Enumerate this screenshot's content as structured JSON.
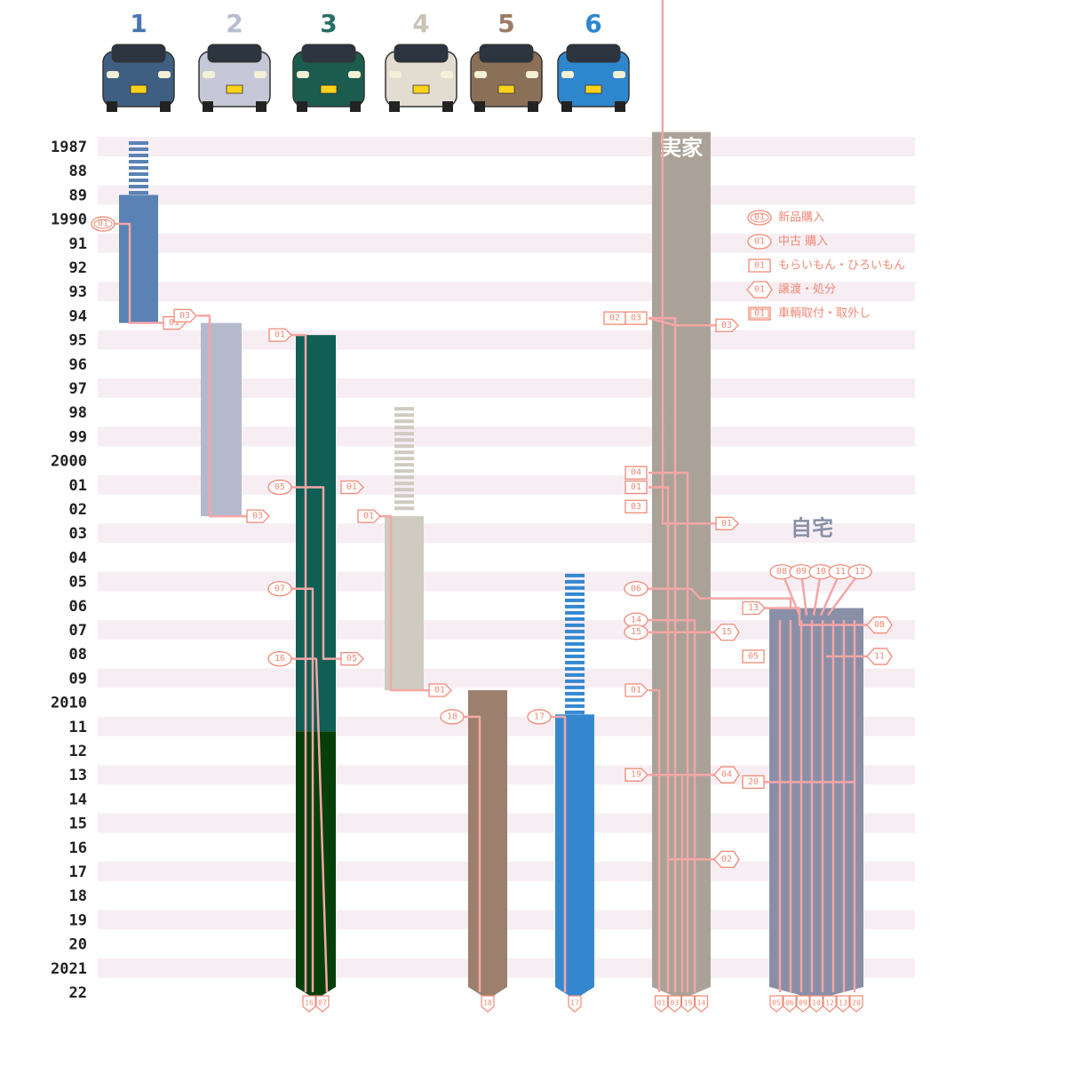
{
  "chart_data": {
    "type": "timeline",
    "year_labels": [
      "1987",
      "88",
      "89",
      "1990",
      "91",
      "92",
      "93",
      "94",
      "95",
      "96",
      "97",
      "98",
      "99",
      "2000",
      "01",
      "02",
      "03",
      "04",
      "05",
      "06",
      "07",
      "08",
      "09",
      "2010",
      "11",
      "12",
      "13",
      "14",
      "15",
      "16",
      "17",
      "18",
      "19",
      "20",
      "2021",
      "22"
    ],
    "year_start": 1987,
    "year_end": 2022,
    "cars": [
      {
        "label": "1",
        "color": "#5a82b4",
        "number_color": "#4a76b0",
        "body_color": "#3f5f82",
        "start": 1989,
        "end": 1994.3,
        "planned_from": 1987
      },
      {
        "label": "2",
        "color": "#b5b9cd",
        "number_color": "#b8bcd0",
        "body_color": "#c6c8d8",
        "start": 1994.3,
        "end": 2002.3
      },
      {
        "label": "3",
        "color": "#0f5f55",
        "number_color": "#2a6e66",
        "body_color": "#1b5c4e",
        "start": 1994.8,
        "end": 2022,
        "second_color": "#073f0b",
        "second_from": 2011.2
      },
      {
        "label": "4",
        "color": "#cfcbc1",
        "number_color": "#c9c4b6",
        "body_color": "#e3dcd0",
        "start": 2002.3,
        "end": 2009.5,
        "planned_from": 1998
      },
      {
        "label": "5",
        "color": "#9c7f6d",
        "number_color": "#9b7c63",
        "body_color": "#8b7058",
        "start": 2009.5,
        "end": 2022
      },
      {
        "label": "6",
        "color": "#3588d0",
        "number_color": "#2e86cc",
        "body_color": "#2e86cc",
        "start": 2010.5,
        "end": 2022,
        "planned_from": 2004.9
      }
    ],
    "places": [
      {
        "label": "実家",
        "color": "#aaa298",
        "text_color": "#ffffff",
        "start": 1986.4,
        "end": 2022
      },
      {
        "label": "自宅",
        "color": "#8a8fa8",
        "text_color": "#8a8fa8",
        "start": 2006.1,
        "end": 2022
      }
    ],
    "legend": [
      {
        "tag": "01",
        "shape": "double-oval",
        "text": "新品購入"
      },
      {
        "tag": "01",
        "shape": "oval",
        "text": "中古 購入"
      },
      {
        "tag": "01",
        "shape": "rect",
        "text": "もらいもん・ひろいもん"
      },
      {
        "tag": "01",
        "shape": "diamond",
        "text": "譲渡・処分"
      },
      {
        "tag": "01",
        "shape": "double-rect",
        "text": "車輌取付・取外し"
      }
    ],
    "tags": [
      {
        "text": "01",
        "shape": "double-oval",
        "year": 1990.2,
        "side": "left",
        "col": "car1"
      },
      {
        "text": "01",
        "shape": "pent",
        "year": 1994.3,
        "side": "right",
        "col": "car1"
      },
      {
        "text": "03",
        "shape": "pent",
        "year": 1994,
        "side": "left",
        "col": "car2"
      },
      {
        "text": "03",
        "shape": "pent",
        "year": 2002.3,
        "side": "right",
        "col": "car2"
      },
      {
        "text": "01",
        "shape": "pent",
        "year": 1994.8,
        "side": "left",
        "col": "car3"
      },
      {
        "text": "05",
        "shape": "oval",
        "year": 2001.1,
        "side": "left",
        "col": "car3"
      },
      {
        "text": "01",
        "shape": "pent",
        "year": 2001.1,
        "side": "right",
        "col": "car3"
      },
      {
        "text": "07",
        "shape": "oval",
        "year": 2005.3,
        "side": "left",
        "col": "car3"
      },
      {
        "text": "16",
        "shape": "oval",
        "year": 2008.2,
        "side": "left",
        "col": "car3"
      },
      {
        "text": "05",
        "shape": "pent",
        "year": 2008.2,
        "side": "right",
        "col": "car3"
      },
      {
        "text": "01",
        "shape": "pent",
        "year": 2002.3,
        "side": "left",
        "col": "car4"
      },
      {
        "text": "01",
        "shape": "pent",
        "year": 2009.5,
        "side": "right",
        "col": "car4"
      },
      {
        "text": "18",
        "shape": "oval",
        "year": 2010.6,
        "side": "left",
        "col": "car5"
      },
      {
        "text": "17",
        "shape": "oval",
        "year": 2010.6,
        "side": "left",
        "col": "car6"
      },
      {
        "text": "02",
        "shape": "rect",
        "year": 1994.1,
        "side": "left2",
        "col": "home"
      },
      {
        "text": "03",
        "shape": "rect",
        "year": 1994.1,
        "side": "left",
        "col": "home"
      },
      {
        "text": "03",
        "shape": "pent",
        "year": 1994.4,
        "side": "right",
        "col": "home"
      },
      {
        "text": "04",
        "shape": "rect",
        "year": 2000.5,
        "side": "left",
        "col": "home"
      },
      {
        "text": "01",
        "shape": "rect",
        "year": 2001.1,
        "side": "left",
        "col": "home"
      },
      {
        "text": "03",
        "shape": "rect",
        "year": 2001.9,
        "side": "left",
        "col": "home"
      },
      {
        "text": "01",
        "shape": "pent",
        "year": 2002.6,
        "side": "right",
        "col": "home"
      },
      {
        "text": "06",
        "shape": "oval",
        "year": 2005.3,
        "side": "left",
        "col": "home"
      },
      {
        "text": "14",
        "shape": "oval",
        "year": 2006.6,
        "side": "left",
        "col": "home"
      },
      {
        "text": "15",
        "shape": "oval",
        "year": 2007.1,
        "side": "left",
        "col": "home"
      },
      {
        "text": "15",
        "shape": "diamond",
        "year": 2007.1,
        "side": "right",
        "col": "home"
      },
      {
        "text": "01",
        "shape": "pent",
        "year": 2009.5,
        "side": "left",
        "col": "home"
      },
      {
        "text": "19",
        "shape": "pent",
        "year": 2013,
        "side": "left",
        "col": "home"
      },
      {
        "text": "04",
        "shape": "diamond",
        "year": 2013,
        "side": "right",
        "col": "home"
      },
      {
        "text": "02",
        "shape": "diamond",
        "year": 2016.5,
        "side": "right",
        "col": "home"
      },
      {
        "text": "08",
        "shape": "oval",
        "year": 2004.6,
        "side": "top",
        "col": "house",
        "slot": 0
      },
      {
        "text": "09",
        "shape": "oval",
        "year": 2004.6,
        "side": "top",
        "col": "house",
        "slot": 1
      },
      {
        "text": "10",
        "shape": "oval",
        "year": 2004.6,
        "side": "top",
        "col": "house",
        "slot": 2
      },
      {
        "text": "11",
        "shape": "oval",
        "year": 2004.6,
        "side": "top",
        "col": "house",
        "slot": 3
      },
      {
        "text": "12",
        "shape": "oval",
        "year": 2004.6,
        "side": "top",
        "col": "house",
        "slot": 4
      },
      {
        "text": "13",
        "shape": "pent",
        "year": 2006.1,
        "side": "left",
        "col": "house"
      },
      {
        "text": "08",
        "shape": "diamond",
        "year": 2006.8,
        "side": "right",
        "col": "house"
      },
      {
        "text": "05",
        "shape": "rect",
        "year": 2008.1,
        "side": "left",
        "col": "house"
      },
      {
        "text": "11",
        "shape": "diamond",
        "year": 2008.1,
        "side": "right",
        "col": "house"
      },
      {
        "text": "20",
        "shape": "rect",
        "year": 2013.3,
        "side": "left",
        "col": "house"
      }
    ],
    "bottom_tags": [
      {
        "col": "car3",
        "items": [
          "16",
          "07"
        ]
      },
      {
        "col": "car5",
        "items": [
          "18"
        ]
      },
      {
        "col": "car6",
        "items": [
          "17"
        ]
      },
      {
        "col": "home",
        "items": [
          "01",
          "03",
          "19",
          "14"
        ]
      },
      {
        "col": "house",
        "items": [
          "05",
          "06",
          "09",
          "10",
          "12",
          "13",
          "20"
        ]
      }
    ]
  }
}
